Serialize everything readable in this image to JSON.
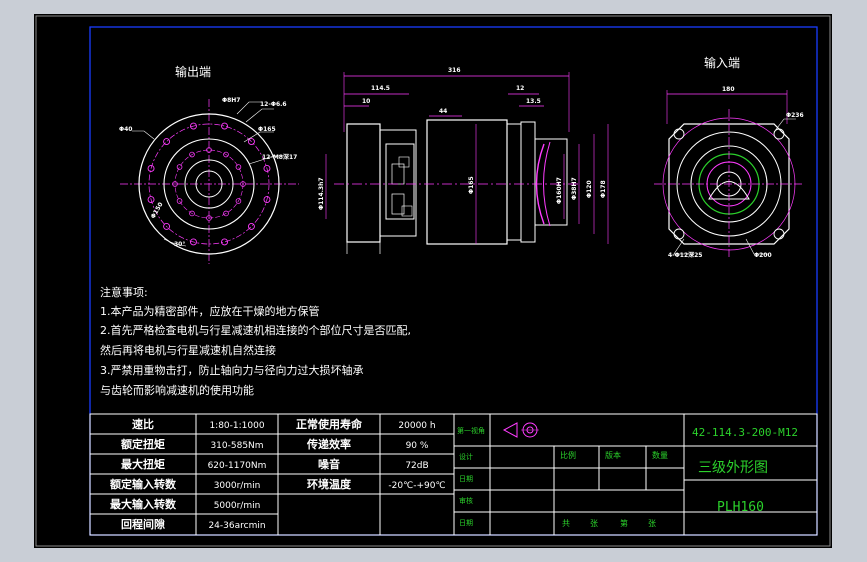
{
  "drawing": {
    "output_label": "输出端",
    "input_label": "输入端",
    "dims_left": [
      "Φ8H7",
      "12-Φ6.6",
      "Φ165",
      "12-M8深17",
      "Φ40",
      "30°",
      "Φ150"
    ],
    "dims_side": [
      "316",
      "114.5",
      "10",
      "44",
      "12",
      "13.5",
      "Φ114.3h7",
      "Φ165",
      "Φ160H7",
      "Φ38H7",
      "Φ120",
      "Φ178"
    ],
    "dims_right": [
      "180",
      "Φ236",
      "4-Φ12深25",
      "Φ200"
    ],
    "notes_title": "注意事项:",
    "notes": [
      "1.本产品为精密部件，应放在干燥的地方保管",
      "2.首先严格检查电机与行星减速机相连接的个部位尺寸是否匹配,",
      "然后再将电机与行星减速机自然连接",
      "3.严禁用重物击打，防止轴向力与径向力过大损坏轴承",
      "与齿轮而影响减速机的使用功能"
    ]
  },
  "specs": [
    {
      "label": "速比",
      "value": "1:80-1:1000",
      "label2": "正常使用寿命",
      "value2": "20000 h"
    },
    {
      "label": "额定扭矩",
      "value": "310-585Nm",
      "label2": "传递效率",
      "value2": "90 %"
    },
    {
      "label": "最大扭矩",
      "value": "620-1170Nm",
      "label2": "噪音",
      "value2": "72dB"
    },
    {
      "label": "额定输入转数",
      "value": "3000r/min",
      "label2": "环境温度",
      "value2": "-20℃-+90℃"
    },
    {
      "label": "最大输入转数",
      "value": "5000r/min",
      "label2": "",
      "value2": ""
    },
    {
      "label": "回程间隙",
      "value": "24-36arcmin",
      "label2": "",
      "value2": ""
    }
  ],
  "title_block": {
    "projection": "第一视角",
    "rows": [
      "设计",
      "日期",
      "审核",
      "日期"
    ],
    "scale": "比例",
    "version": "版本",
    "quantity": "数量",
    "sheet_total": "共",
    "sheet_unit": "张",
    "sheet_index": "第",
    "sheet_unit2": "张",
    "drawing_no": "42-114.3-200-M12",
    "drawing_title": "三级外形图",
    "model": "PLH160"
  },
  "colors": {
    "background": "#000000",
    "frame": "#1a3cff",
    "lines": "#ffffff",
    "dims": "#ff3cff",
    "green": "#2bd12b",
    "cyan": "#5ee9ee",
    "window": "#c9ced6"
  }
}
